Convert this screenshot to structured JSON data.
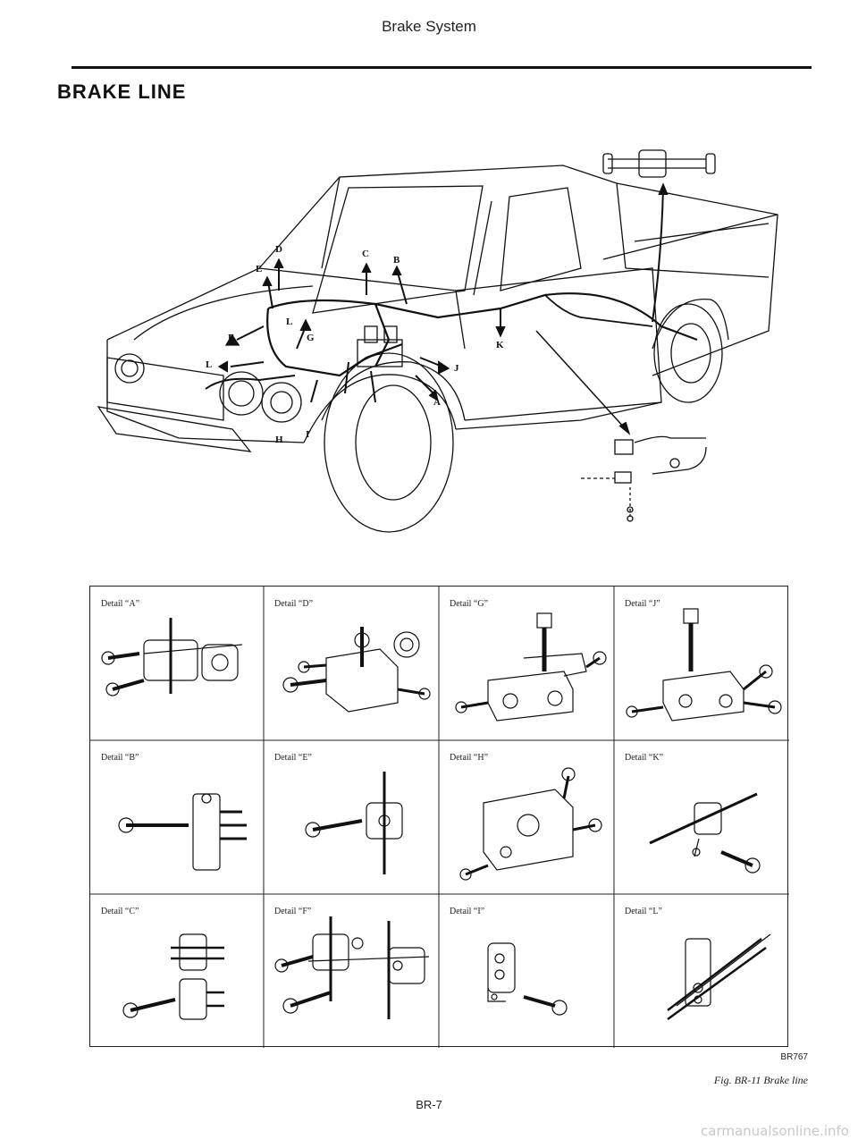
{
  "header": {
    "title": "Brake System"
  },
  "section": {
    "title": "BRAKE LINE"
  },
  "callouts": {
    "A": "A",
    "B": "B",
    "C": "C",
    "D": "D",
    "E": "E",
    "F": "F",
    "G": "G",
    "H": "H",
    "I": "I",
    "J": "J",
    "K": "K",
    "L_upper": "L",
    "L_lower": "L"
  },
  "details": [
    {
      "label": "Detail “A”"
    },
    {
      "label": "Detail “D”"
    },
    {
      "label": "Detail “G”"
    },
    {
      "label": "Detail “J”"
    },
    {
      "label": "Detail “B”"
    },
    {
      "label": "Detail “E”"
    },
    {
      "label": "Detail “H”"
    },
    {
      "label": "Detail “K”"
    },
    {
      "label": "Detail “C”"
    },
    {
      "label": "Detail “F”"
    },
    {
      "label": "Detail “I”"
    },
    {
      "label": "Detail “L”"
    }
  ],
  "figure": {
    "code": "BR767",
    "caption": "Fig. BR-11  Brake line"
  },
  "footer": {
    "page_number": "BR-7"
  },
  "watermark": "carmanualsonline.info",
  "colors": {
    "ink": "#111111",
    "paper": "#ffffff",
    "watermark": "#c8c8c8"
  }
}
